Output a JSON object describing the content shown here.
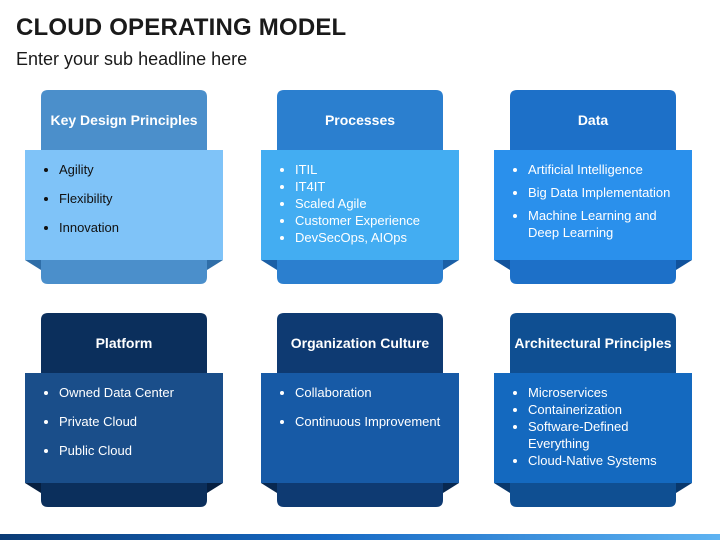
{
  "title": "CLOUD OPERATING MODEL",
  "subtitle": "Enter your sub headline here",
  "cards": [
    {
      "heading": "Key Design Principles",
      "items": [
        "Agility",
        "Flexibility",
        "Innovation"
      ]
    },
    {
      "heading": "Processes",
      "items": [
        "ITIL",
        "IT4IT",
        "Scaled Agile",
        "Customer Experience",
        "DevSecOps, AIOps"
      ]
    },
    {
      "heading": "Data",
      "items": [
        "Artificial Intelligence",
        "Big Data Implementation",
        "Machine Learning and Deep Learning"
      ]
    },
    {
      "heading": "Platform",
      "items": [
        "Owned Data Center",
        "Private Cloud",
        "Public Cloud"
      ]
    },
    {
      "heading": "Organization Culture",
      "items": [
        "Collaboration",
        "Continuous Improvement"
      ]
    },
    {
      "heading": "Architectural Principles",
      "items": [
        "Microservices",
        "Containerization",
        "Software-Defined Everything",
        "Cloud-Native Systems"
      ]
    }
  ],
  "colors": [
    {
      "head": "#4b8fcb",
      "body": "#7fc3f8",
      "fold": "#2f6ea8"
    },
    {
      "head": "#2b7fcf",
      "body": "#43adf2",
      "fold": "#1b5fa6"
    },
    {
      "head": "#1d70c8",
      "body": "#2a90ec",
      "fold": "#11529c"
    },
    {
      "head": "#0b2f5c",
      "body": "#1a4e8a",
      "fold": "#061f40"
    },
    {
      "head": "#0e3a72",
      "body": "#175aa6",
      "fold": "#082850"
    },
    {
      "head": "#0f4f92",
      "body": "#1469bf",
      "fold": "#09386c"
    }
  ]
}
